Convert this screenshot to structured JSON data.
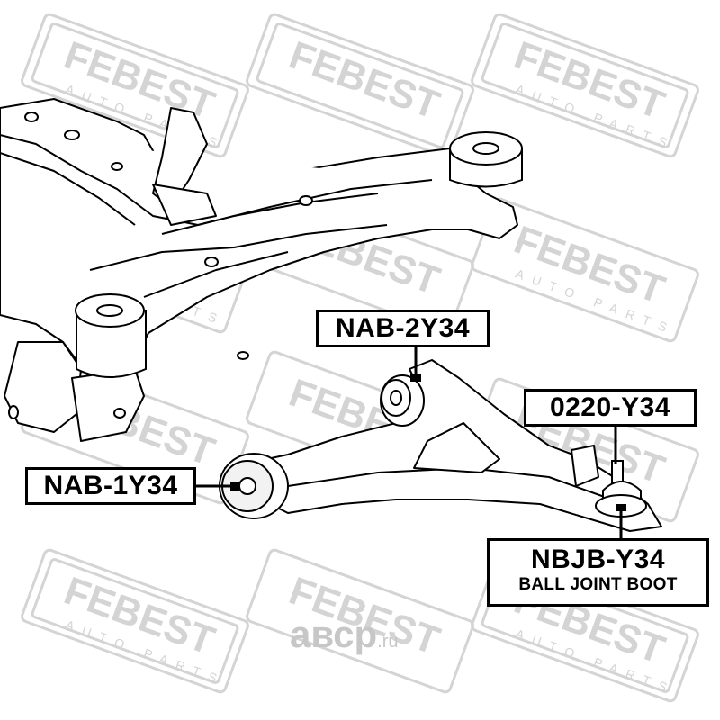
{
  "brand": {
    "watermark_text": "FEBEST",
    "watermark_subtext": "AUTO PARTS",
    "watermark_color": "#d4d4d4",
    "shop_logo_text": "авср",
    "shop_logo_suffix": ".ru",
    "shop_logo_color": "#c7c7c7"
  },
  "callouts": {
    "nab_2y34": "NAB-2Y34",
    "nab_1y34": "NAB-1Y34",
    "part_0220_y34": "0220-Y34",
    "nbjb_y34": "NBJB-Y34",
    "ball_joint_boot": "BALL JOINT BOOT"
  },
  "colors": {
    "line": "#000000",
    "background": "#ffffff"
  }
}
